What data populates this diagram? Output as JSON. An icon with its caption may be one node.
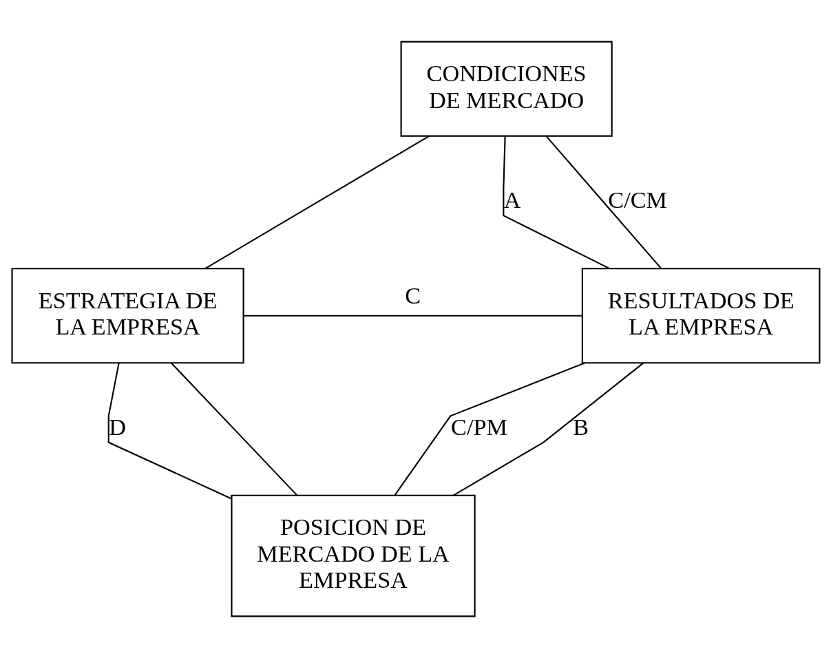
{
  "diagram": {
    "nodes": [
      {
        "text": [
          "CONDICIONES DE MERCADO"
        ]
      },
      {
        "text": [
          "ESTRATEGIA DE LA EMPRESA"
        ]
      },
      {
        "text": [
          "RESULTADOS DE LA EMPRESA"
        ]
      },
      {
        "text": [
          "POSICION DE MERCADO DE LA EMPRESA"
        ]
      }
    ],
    "edges": [
      {
        "from": 0,
        "to": 2,
        "arrow": "none",
        "label": "A"
      },
      {
        "from": 0,
        "to": 1,
        "arrow": "none"
      },
      {
        "from": 0,
        "to": 2,
        "arrow": "none",
        "label": "C/CM"
      },
      {
        "from": 1,
        "to": 2,
        "arrow": "none",
        "label": "C"
      },
      {
        "from": 1,
        "to": 3,
        "arrow": "none",
        "label": "D"
      },
      {
        "from": 1,
        "to": 3,
        "arrow": "none"
      },
      {
        "from": 3,
        "to": 2,
        "arrow": "none",
        "label": "C/PM"
      },
      {
        "from": 3,
        "to": 2,
        "arrow": "none",
        "label": "B"
      }
    ]
  }
}
